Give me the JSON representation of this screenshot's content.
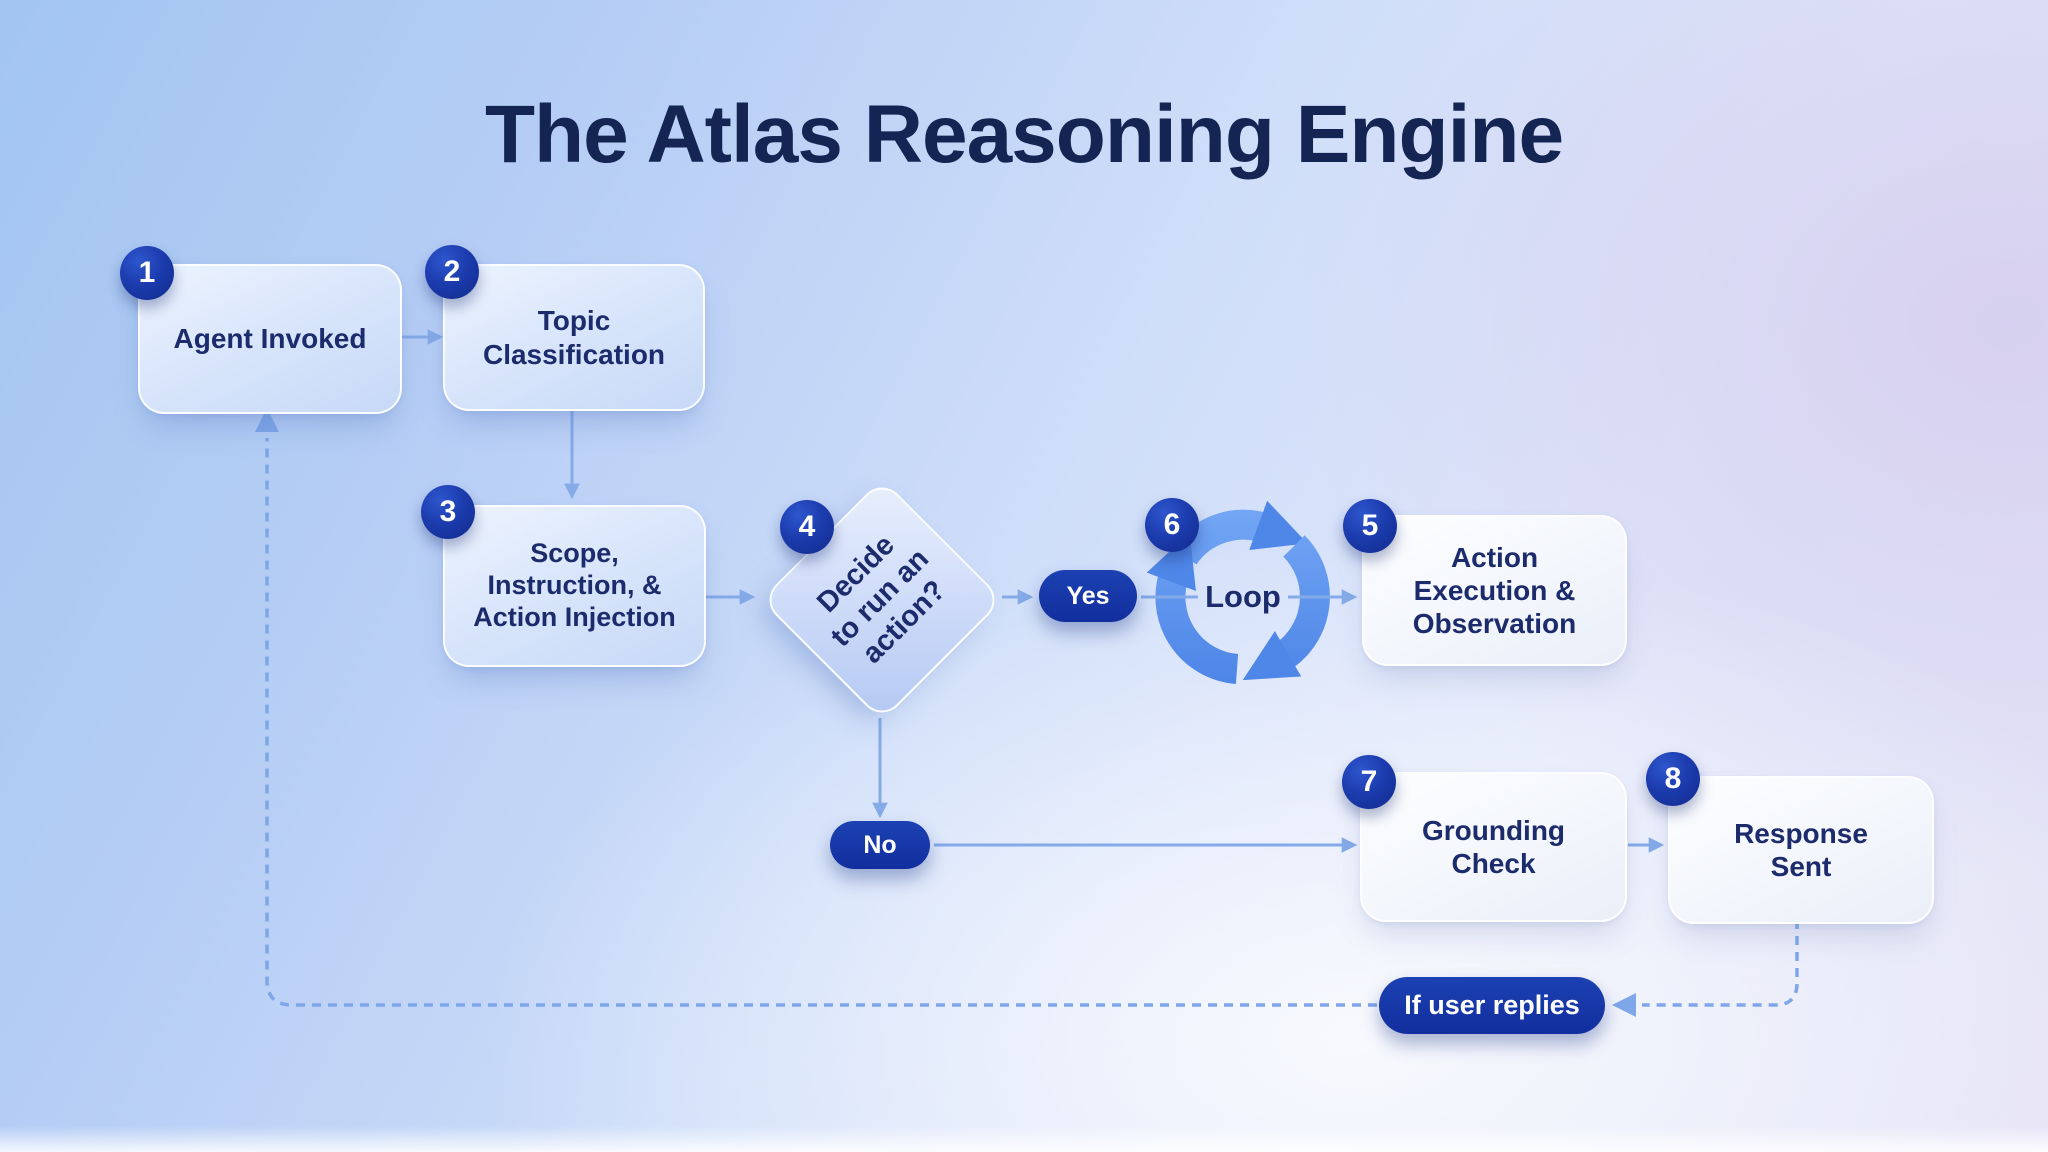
{
  "title": "The Atlas Reasoning Engine",
  "nodes": {
    "n1": {
      "num": "1",
      "lines": [
        "Agent Invoked"
      ]
    },
    "n2": {
      "num": "2",
      "lines": [
        "Topic",
        "Classification"
      ]
    },
    "n3": {
      "num": "3",
      "lines": [
        "Scope,",
        "Instruction, &",
        "Action Injection"
      ]
    },
    "n4": {
      "num": "4",
      "lines": [
        "Decide",
        "to run an",
        "action?"
      ]
    },
    "n5": {
      "num": "5",
      "lines": [
        "Action",
        "Execution &",
        "Observation"
      ]
    },
    "n6": {
      "num": "6",
      "label": "Loop"
    },
    "n7": {
      "num": "7",
      "lines": [
        "Grounding",
        "Check"
      ]
    },
    "n8": {
      "num": "8",
      "lines": [
        "Response",
        "Sent"
      ]
    }
  },
  "labels": {
    "yes": "Yes",
    "no": "No",
    "reply": "If user replies"
  },
  "colors": {
    "title_text": "#142453",
    "node_text": "#1c2b6b",
    "badge_blue": "#1c3cae",
    "pill_blue": "#122e9e",
    "connector": "#84aae8",
    "loop_icon": "#5a90ec",
    "bg_blue": "#a2c5f1",
    "bg_lavender": "#d5cdee"
  }
}
